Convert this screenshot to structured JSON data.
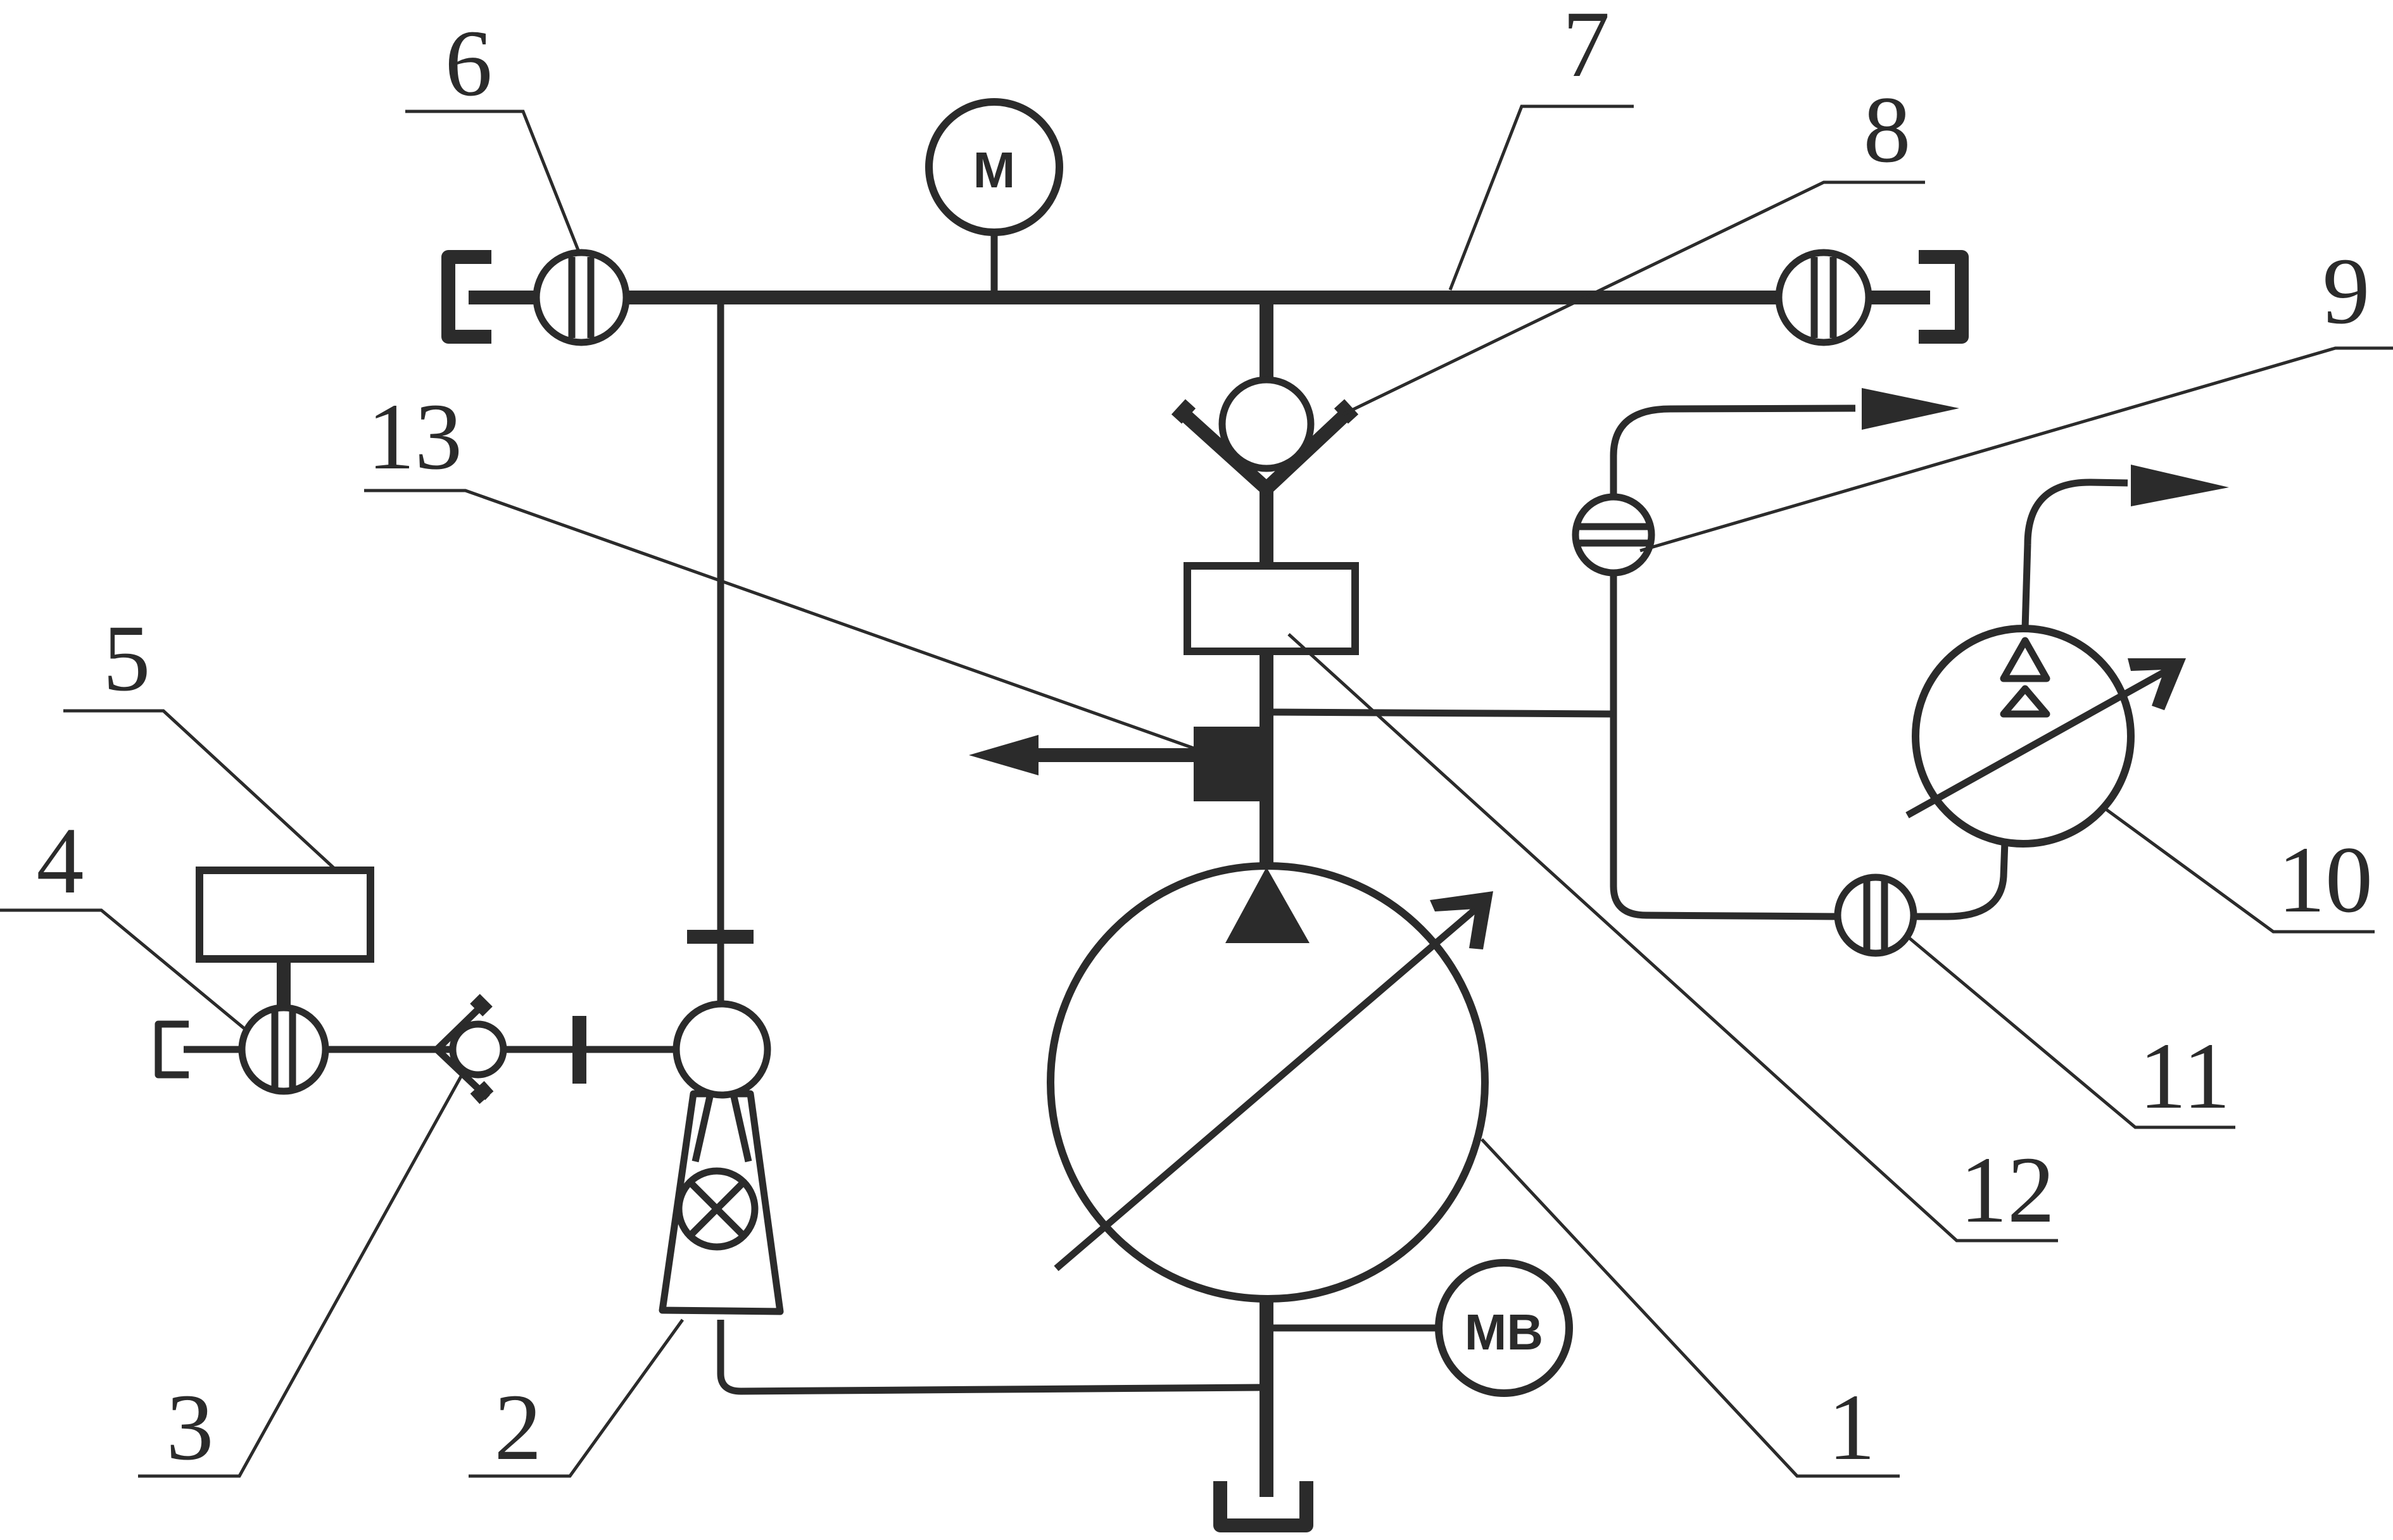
{
  "labels": {
    "n1": "1",
    "n2": "2",
    "n3": "3",
    "n4": "4",
    "n5": "5",
    "n6": "6",
    "n7": "7",
    "n8": "8",
    "n9": "9",
    "n10": "10",
    "n11": "11",
    "n12": "12",
    "n13": "13"
  },
  "gauges": {
    "pressure": "M",
    "vacuum": "MB"
  }
}
